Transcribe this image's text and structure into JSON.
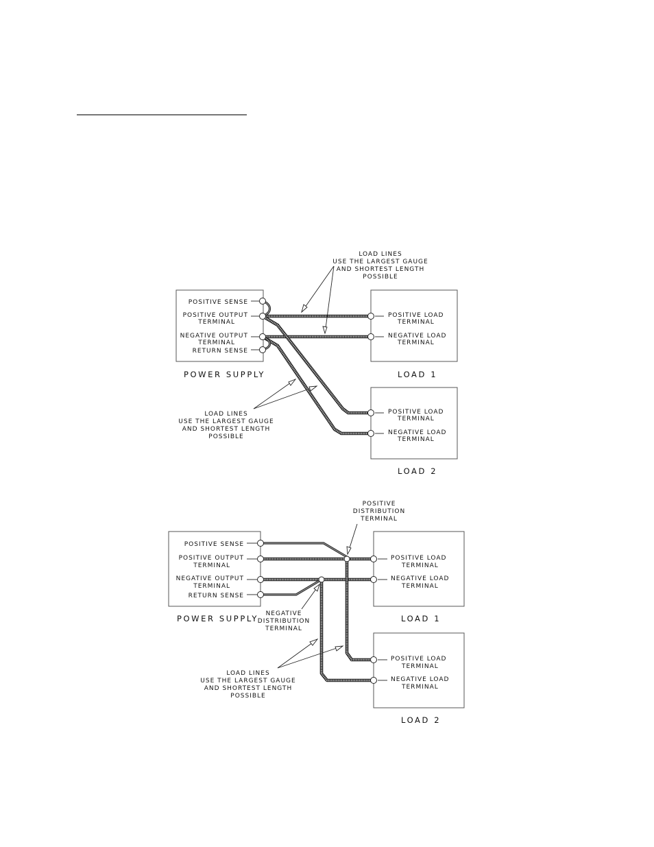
{
  "diagram1": {
    "ps_terms": [
      "POSITIVE SENSE",
      "POSITIVE OUTPUT",
      "TERMINAL",
      "NEGATIVE OUTPUT",
      "TERMINAL",
      "RETURN SENSE"
    ],
    "ps_label": "POWER SUPPLY",
    "load1_label": "LOAD 1",
    "load2_label": "LOAD 2",
    "load_pos": [
      "POSITIVE LOAD",
      "TERMINAL"
    ],
    "load_neg": [
      "NEGATIVE LOAD",
      "TERMINAL"
    ],
    "top_note": [
      "LOAD LINES",
      "USE THE LARGEST GAUGE",
      "AND SHORTEST LENGTH",
      "POSSIBLE"
    ],
    "bottom_note": [
      "LOAD LINES",
      "USE THE LARGEST GAUGE",
      "AND SHORTEST LENGTH",
      "POSSIBLE"
    ]
  },
  "diagram2": {
    "ps_terms": [
      "POSITIVE SENSE",
      "POSITIVE OUTPUT",
      "TERMINAL",
      "NEGATIVE OUTPUT",
      "TERMINAL",
      "RETURN SENSE"
    ],
    "ps_label": "POWER SUPPLY",
    "load1_label": "LOAD 1",
    "load2_label": "LOAD 2",
    "load_pos": [
      "POSITIVE LOAD",
      "TERMINAL"
    ],
    "load_neg": [
      "NEGATIVE LOAD",
      "TERMINAL"
    ],
    "pos_dist_note": [
      "POSITIVE",
      "DISTRIBUTION",
      "TERMINAL"
    ],
    "neg_dist_note": [
      "NEGATIVE",
      "DISTRIBUTION",
      "TERMINAL"
    ],
    "load_note": [
      "LOAD LINES",
      "USE THE LARGEST GAUGE",
      "AND SHORTEST LENGTH",
      "POSSIBLE"
    ]
  }
}
